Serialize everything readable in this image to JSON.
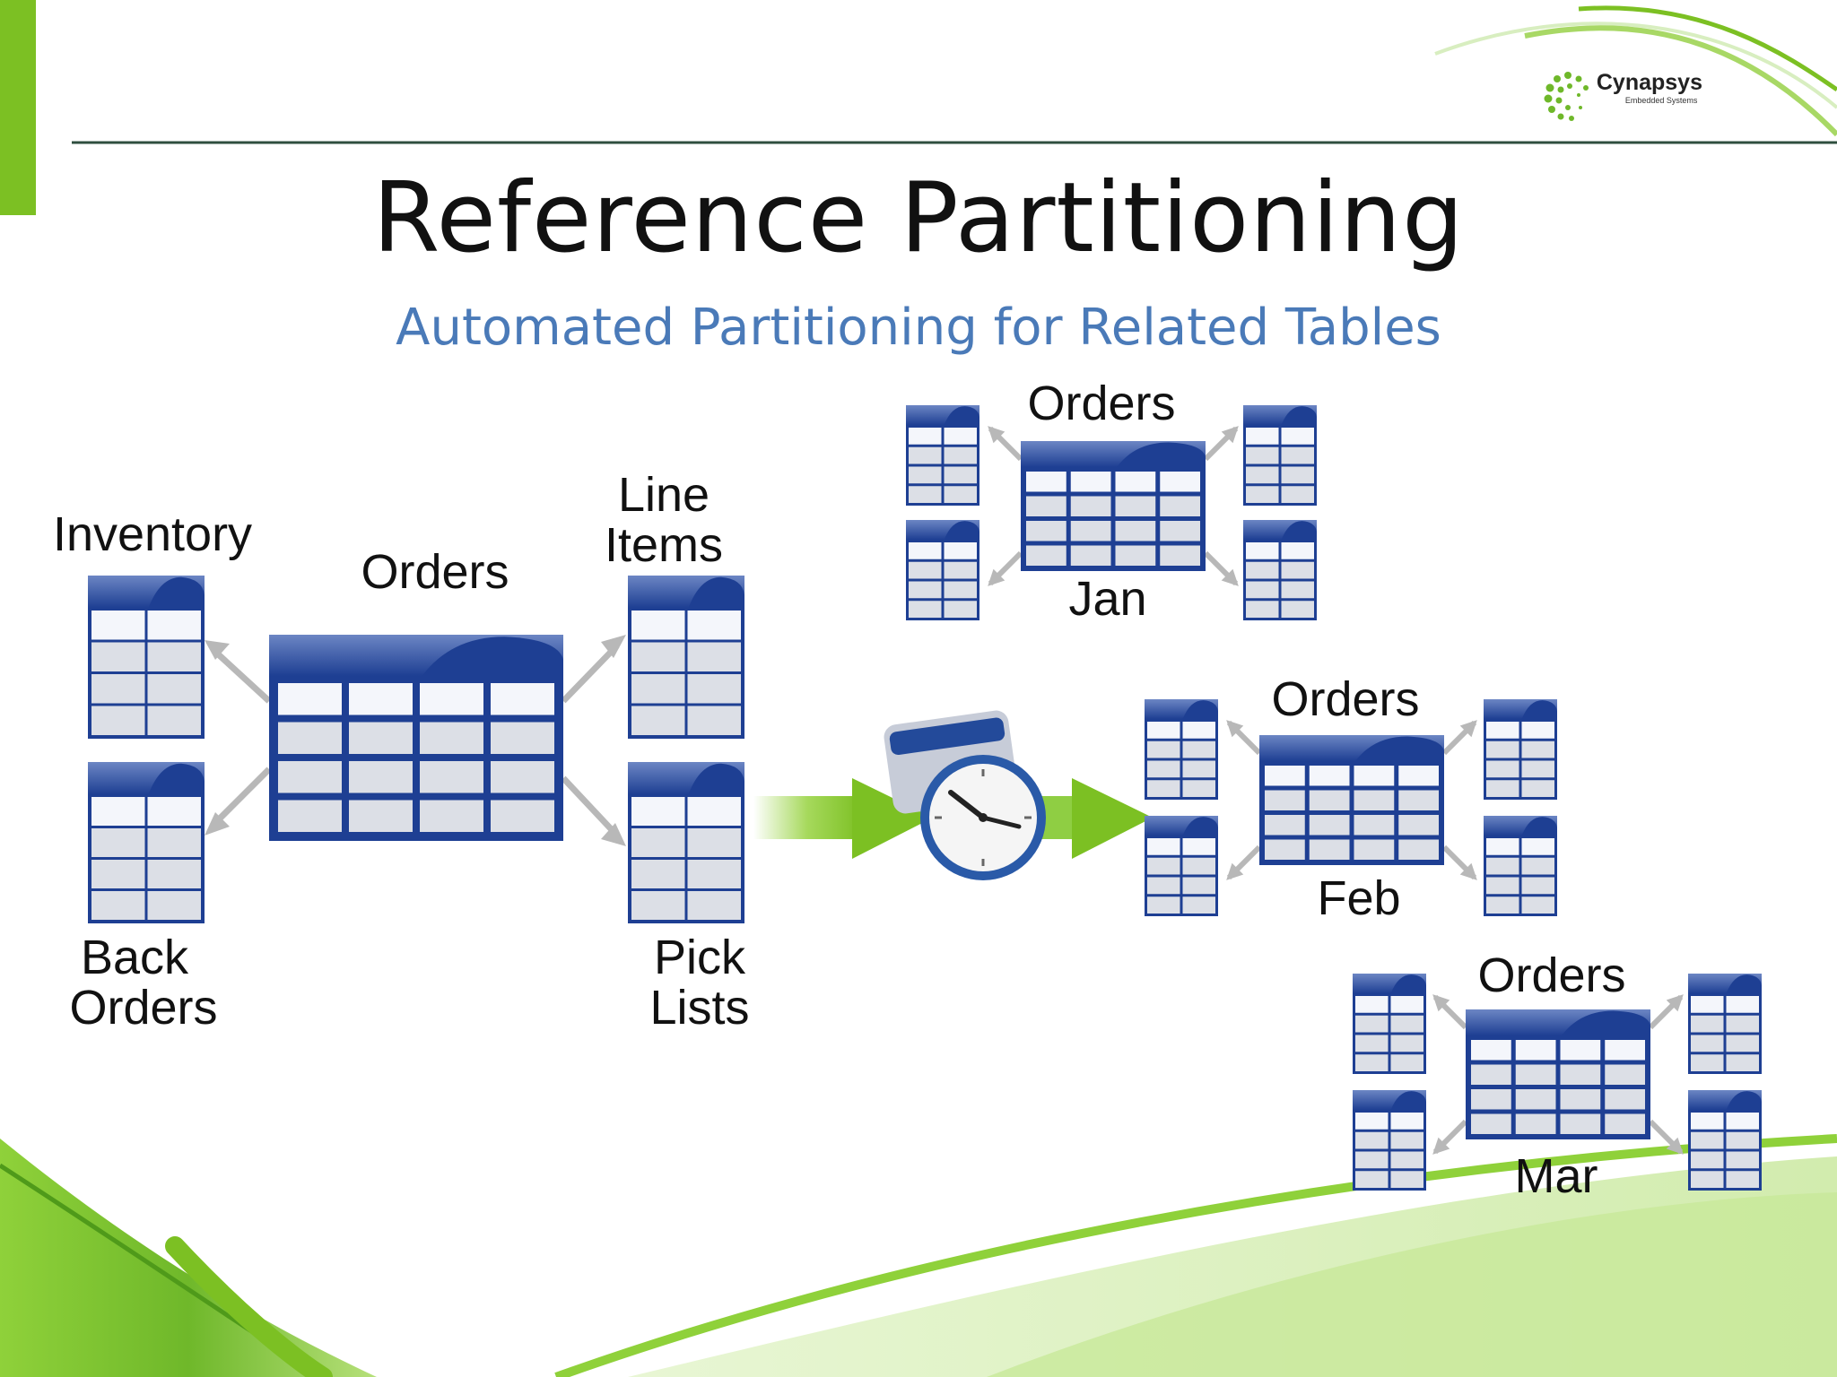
{
  "slide": {
    "title": "Reference Partitioning",
    "subtitle": "Automated Partitioning for Related Tables"
  },
  "logo": {
    "name": "Cynapsys",
    "tagline": "Embedded Systems"
  },
  "diagram": {
    "left": {
      "center_label": "Orders",
      "inventory": "Inventory",
      "line_items_1": "Line",
      "line_items_2": "Items",
      "back_orders_1": "Back",
      "back_orders_2": "Orders",
      "pick_lists_1": "Pick",
      "pick_lists_2": "Lists"
    },
    "partitions": [
      {
        "label": "Orders",
        "month": "Jan"
      },
      {
        "label": "Orders",
        "month": "Feb"
      },
      {
        "label": "Orders",
        "month": "Mar"
      }
    ]
  },
  "colors": {
    "accent_green": "#7cc023",
    "table_blue": "#1e3f93",
    "subtitle_blue": "#4a7ab8",
    "arrow_gray": "#b8b8b8"
  }
}
